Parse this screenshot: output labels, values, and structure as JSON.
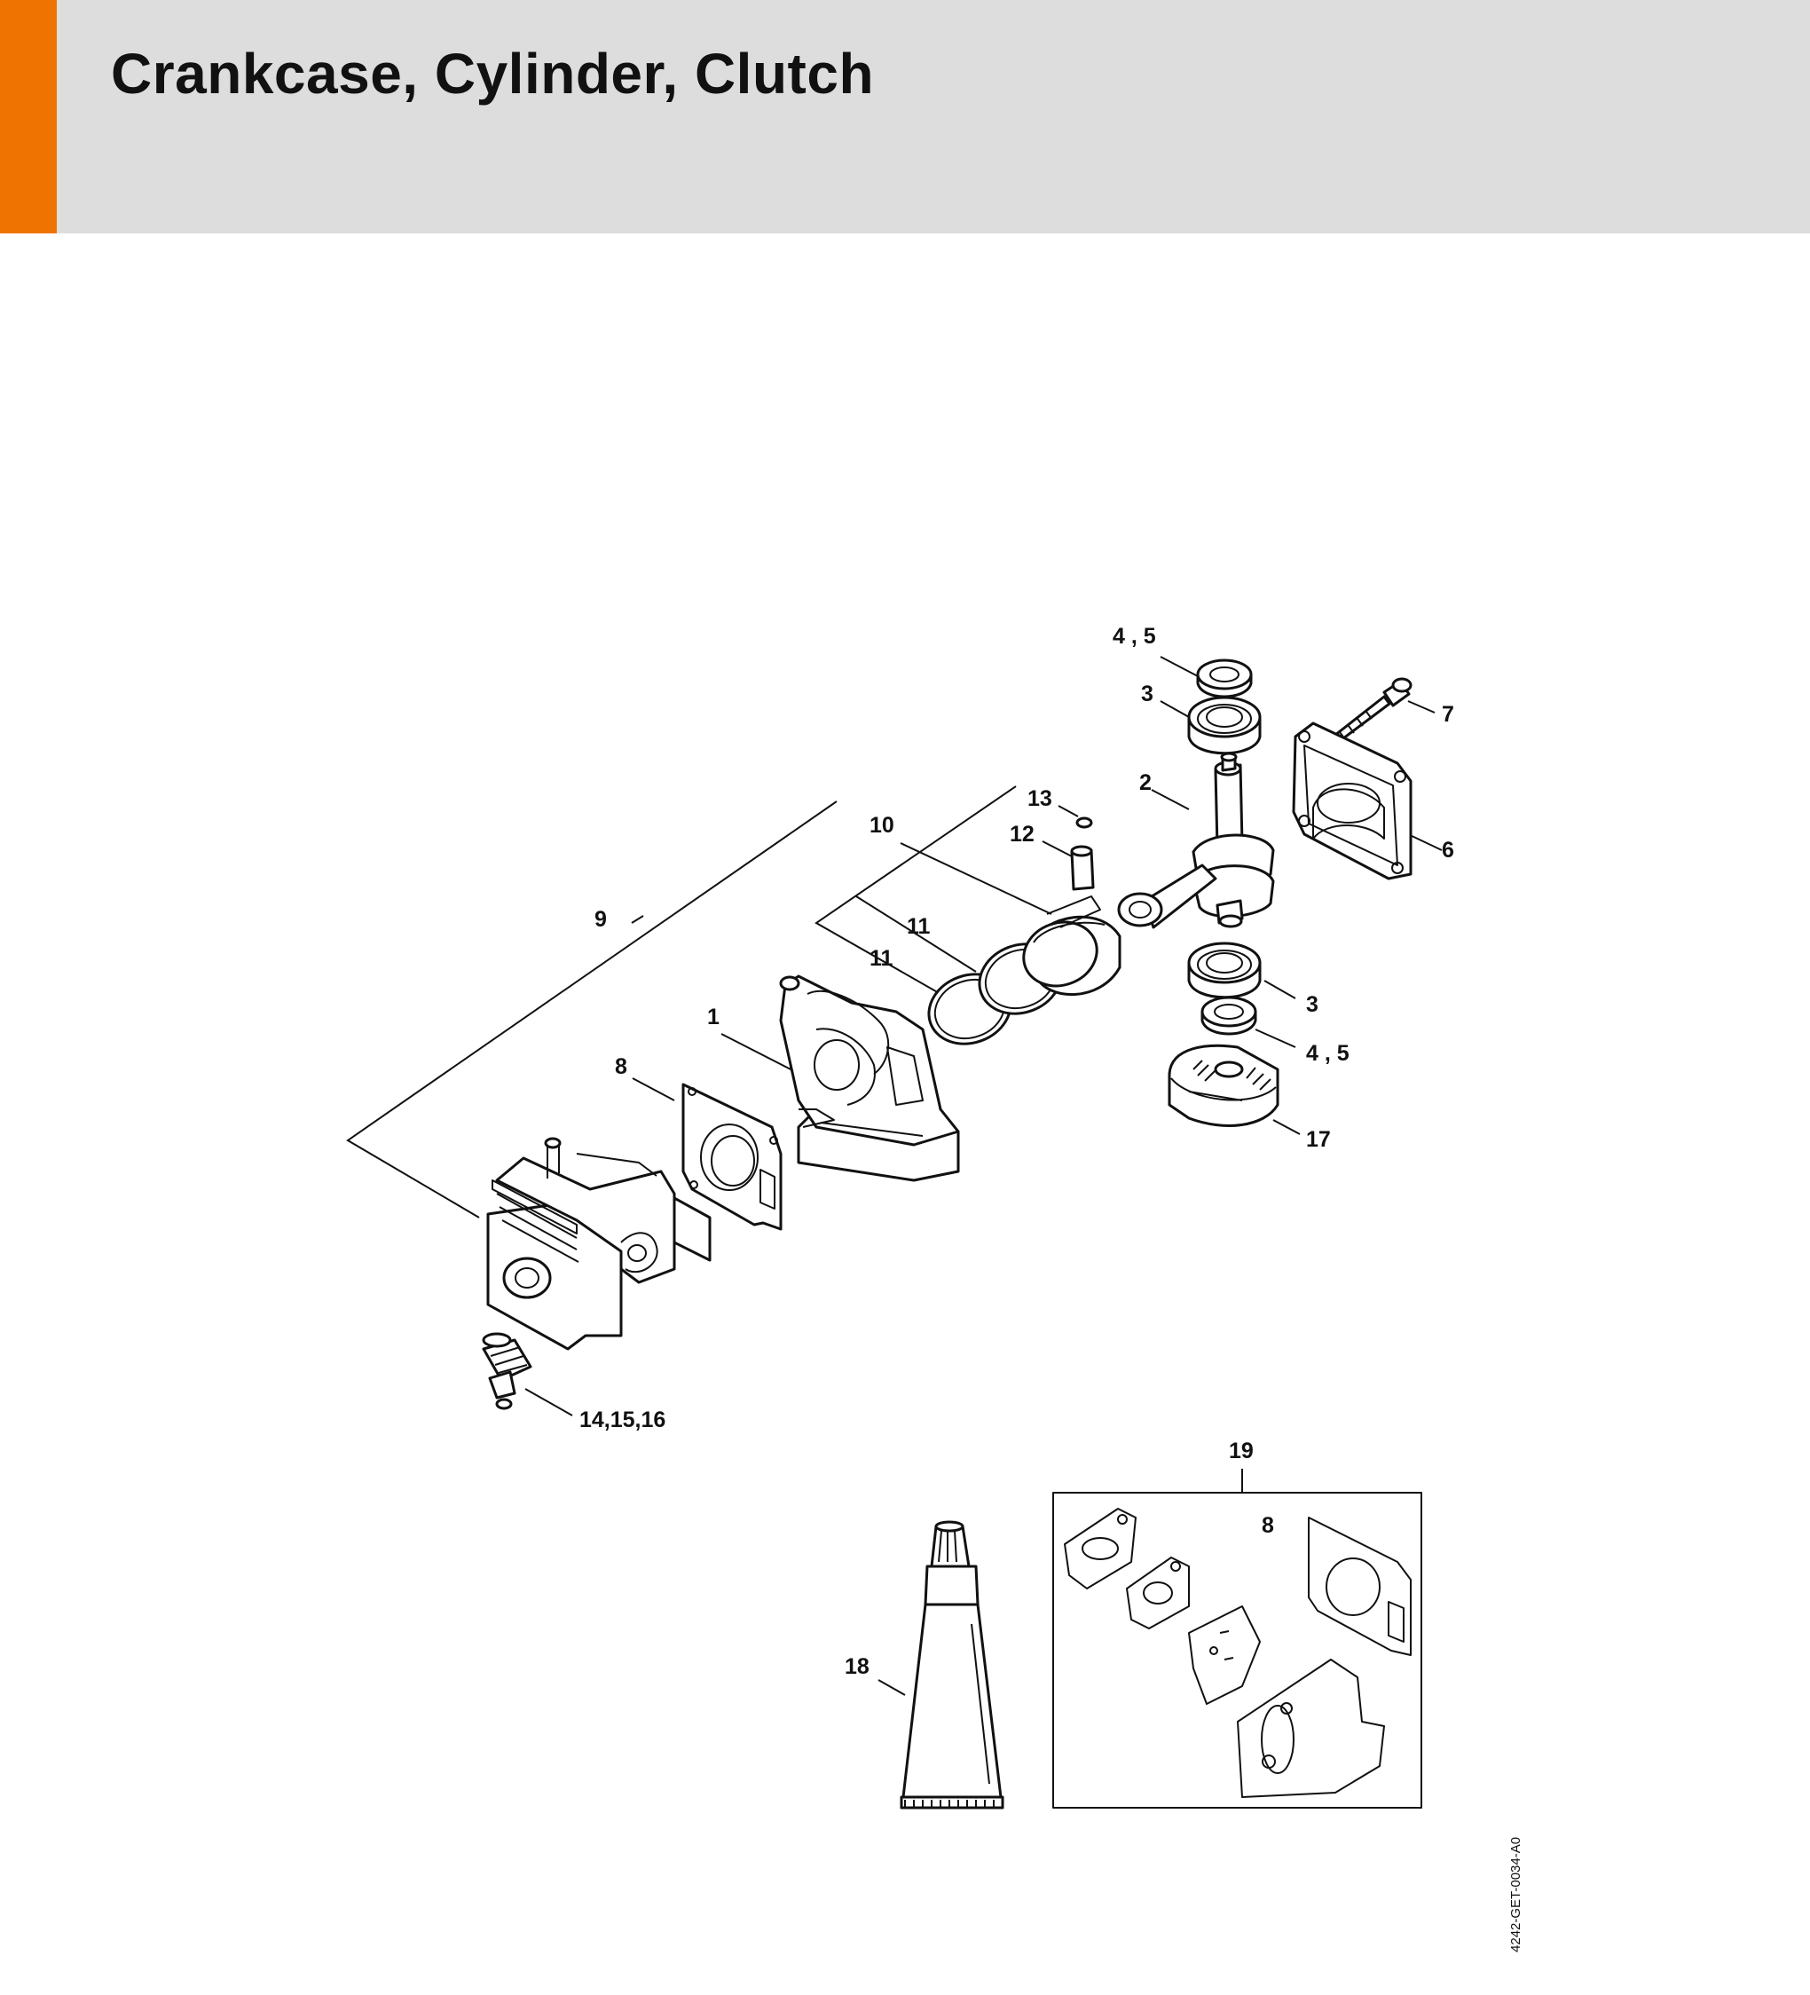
{
  "header": {
    "title": "Crankcase, Cylinder, Clutch",
    "accent_color": "#ef7300",
    "background_color": "#dcdddc"
  },
  "callouts": {
    "c1": "1",
    "c2": "2",
    "c3_top": "3",
    "c3_bottom": "3",
    "c45_top": "4 , 5",
    "c45_bottom": "4 , 5",
    "c6": "6",
    "c7": "7",
    "c8": "8",
    "c8_kit": "8",
    "c9": "9",
    "c10": "10",
    "c11_a": "11",
    "c11_b": "11",
    "c12": "12",
    "c13": "13",
    "c14_16": "14,15,16",
    "c17": "17",
    "c18": "18",
    "c19": "19"
  },
  "reference_code": "4242-GET-0034-A0"
}
